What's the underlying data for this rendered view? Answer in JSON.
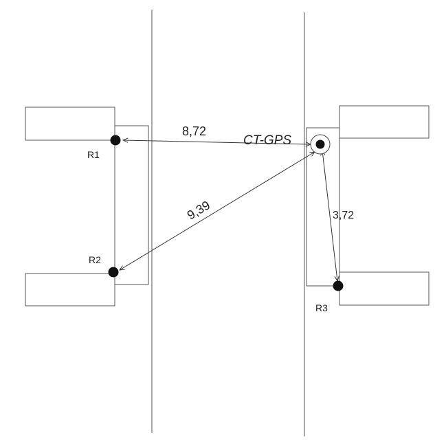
{
  "nodes": {
    "r1": "R1",
    "r2": "R2",
    "r3": "R3",
    "gps": "CT-GPS"
  },
  "distances": {
    "r1_gps": "8,72",
    "r2_gps": "9,39",
    "r3_gps": "3,72"
  },
  "colors": {
    "line": "#333333",
    "dot": "#111111"
  }
}
